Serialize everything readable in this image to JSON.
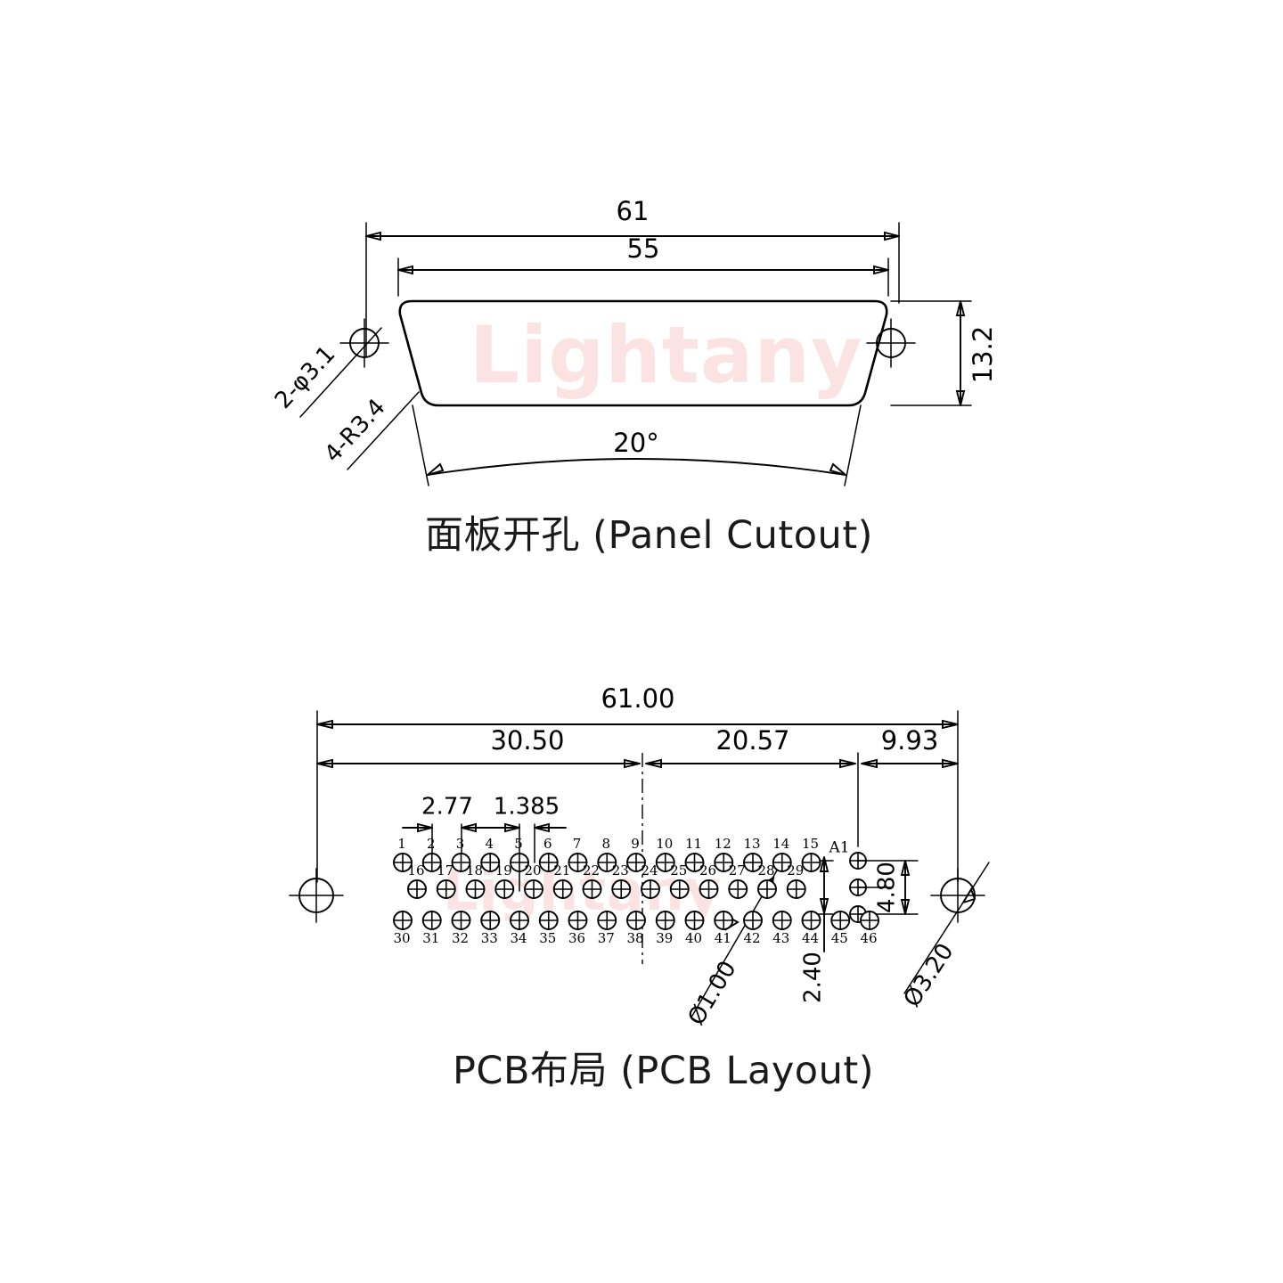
{
  "document": {
    "type": "mechanical-drawing",
    "brand_watermark": "Lightany",
    "watermark_color": "#fbe3e3",
    "line_color": "#000000",
    "background": "#ffffff"
  },
  "panel_cutout": {
    "caption": "面板开孔 (Panel Cutout)",
    "dimensions": {
      "overall_width": "61",
      "cutout_width": "55",
      "height": "13.2",
      "angle": "20°",
      "hole_note": "2-φ3.1",
      "radius_note": "4-R3.4"
    }
  },
  "pcb_layout": {
    "caption": "PCB布局 (PCB Layout)",
    "dimensions": {
      "overall_width": "61.00",
      "left_span": "30.50",
      "mid_span": "20.57",
      "right_span": "9.93",
      "pitch_major": "2.77",
      "pitch_minor": "1.385",
      "power_pin_spacing": "4.80",
      "row_offset": "2.40",
      "signal_hole_dia": "Ø1.00",
      "mount_hole_dia": "Ø3.20",
      "power_pin_label": "A1"
    },
    "rows": {
      "row1": [
        "1",
        "2",
        "3",
        "4",
        "5",
        "6",
        "7",
        "8",
        "9",
        "10",
        "11",
        "12",
        "13",
        "14",
        "15"
      ],
      "row2": [
        "16",
        "17",
        "18",
        "19",
        "20",
        "21",
        "22",
        "23",
        "24",
        "25",
        "26",
        "27",
        "28",
        "29"
      ],
      "row3": [
        "30",
        "31",
        "32",
        "33",
        "34",
        "35",
        "36",
        "37",
        "38",
        "39",
        "40",
        "41",
        "42",
        "43",
        "44",
        "45",
        "46"
      ]
    }
  }
}
